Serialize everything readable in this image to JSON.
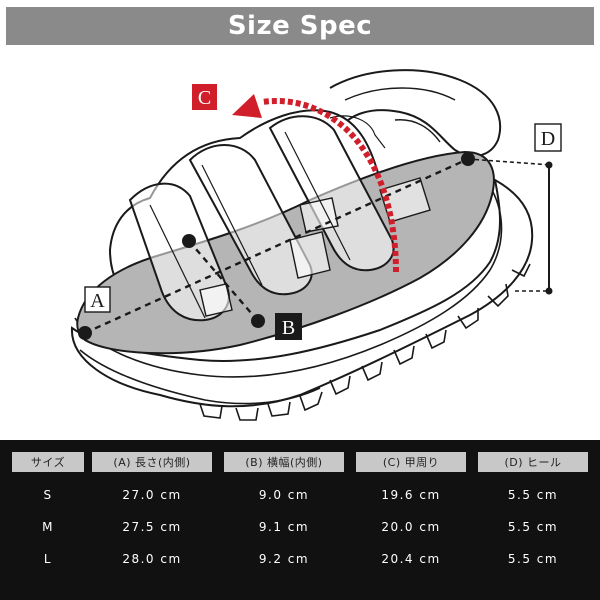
{
  "header": {
    "title": "Size Spec"
  },
  "diagram": {
    "labels": {
      "a": "A",
      "b": "B",
      "c": "C",
      "d": "D"
    },
    "colors": {
      "accent_red": "#d01f2b",
      "insole_gray": "#b5b5b5",
      "outline": "#1a1a1a"
    }
  },
  "spec_table": {
    "headers": [
      "サイズ",
      "(A) 長さ(内側)",
      "(B) 横幅(内側)",
      "(C) 甲周り",
      "(D) ヒール"
    ],
    "rows": [
      [
        "S",
        "27.0 cm",
        "9.0 cm",
        "19.6 cm",
        "5.5 cm"
      ],
      [
        "M",
        "27.5 cm",
        "9.1 cm",
        "20.0 cm",
        "5.5 cm"
      ],
      [
        "L",
        "28.0 cm",
        "9.2 cm",
        "20.4 cm",
        "5.5 cm"
      ]
    ]
  }
}
